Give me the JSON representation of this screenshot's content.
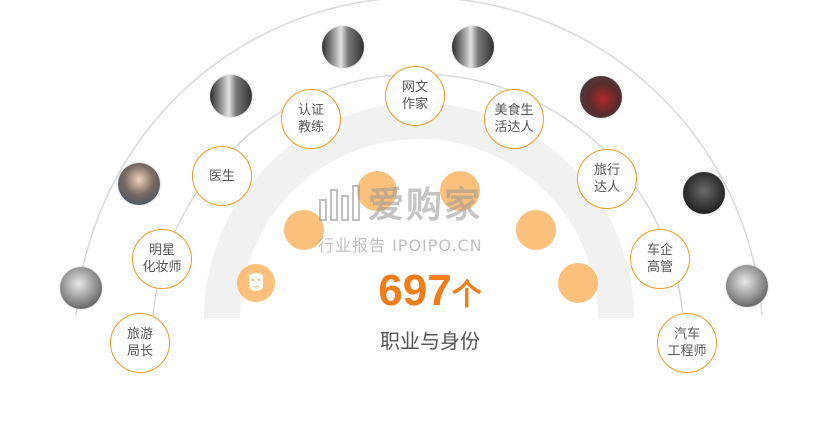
{
  "diagram": {
    "total_value": "697",
    "total_unit": "个",
    "total_label": "职业与身份",
    "roles": [
      "旅游\n局长",
      "明星\n化妆师",
      "医生",
      "认证\n教练",
      "网文\n作家",
      "美食生\n活达人",
      "旅行\n达人",
      "车企\n高管",
      "汽车\n工程师"
    ],
    "inner_icon": "face-mask-icon",
    "colors": {
      "accent": "#f59a23",
      "number": "#f07d1a",
      "arc": "#d9d9d9"
    }
  },
  "watermark": {
    "name": "爱购家",
    "sub": "行业报告 IPOIPO.CN",
    "icon": "bar-chart-icon"
  }
}
